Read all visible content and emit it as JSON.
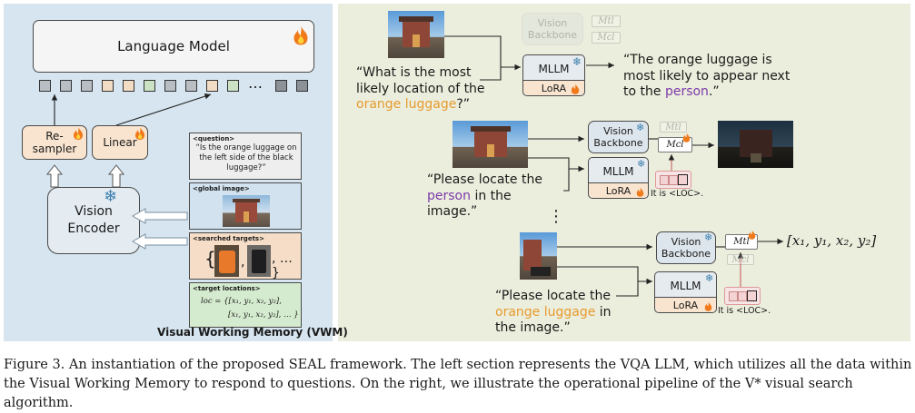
{
  "left": {
    "language_model": "Language Model",
    "resampler": "Re-\nsampler",
    "linear": "Linear",
    "vision_encoder": "Vision\nEncoder",
    "token_ellipsis": "…",
    "vwm_title": "Visual Working Memory (VWM)",
    "question_header": "<question>",
    "question_text": "“Is the orange luggage on the left side of the black luggage?”",
    "global_header": "<global image>",
    "targets_header": "<searched targets>",
    "targets_brace_open": "{",
    "targets_brace_close": ", … }",
    "targets_comma": ",",
    "locations_header": "<target locations>",
    "loc_line1": "loc = {[x₁, y₁, x₂, y₂],",
    "loc_line2": "[x₁, y₁, x₂, y₂], … }"
  },
  "right": {
    "vision_backbone": "Vision\nBackbone",
    "mllm": "MLLM",
    "lora": "LoRA",
    "m_tl": "Mtl",
    "m_cl": "Mcl",
    "q1_part1": "“What is the most likely location of the",
    "q1_highlight": "orange luggage",
    "q1_part2": "?”",
    "a1_part1": "“The orange luggage is most likely to appear next to the",
    "a1_highlight": "person",
    "a1_part2": ".”",
    "q2_part1": "“Please locate the",
    "q2_highlight": "person",
    "q2_part2": "in the image.”",
    "it_is_loc": "It is <LOC>.",
    "vdots": "⋮",
    "q3_part1": "“Please locate the",
    "q3_highlight": "orange luggage",
    "q3_part2": "in the image.”",
    "coords": "[x₁, y₁, x₂, y₂]"
  },
  "caption": {
    "text": "Figure 3. An instantiation of the proposed SEAL framework. The left section represents the VQA LLM, which utilizes all the data within the Visual Working Memory to respond to questions. On the right, we illustrate the operational pipeline of the V* visual search algorithm."
  },
  "colors": {
    "left_panel": "#d6e5ef",
    "right_panel": "#eceedd",
    "orange_text": "#e69a2e",
    "purple_text": "#7a3aa8",
    "lora_fill": "#f8e4cf"
  },
  "icons": {
    "flame": "flame-icon",
    "snowflake": "snowflake-icon"
  }
}
